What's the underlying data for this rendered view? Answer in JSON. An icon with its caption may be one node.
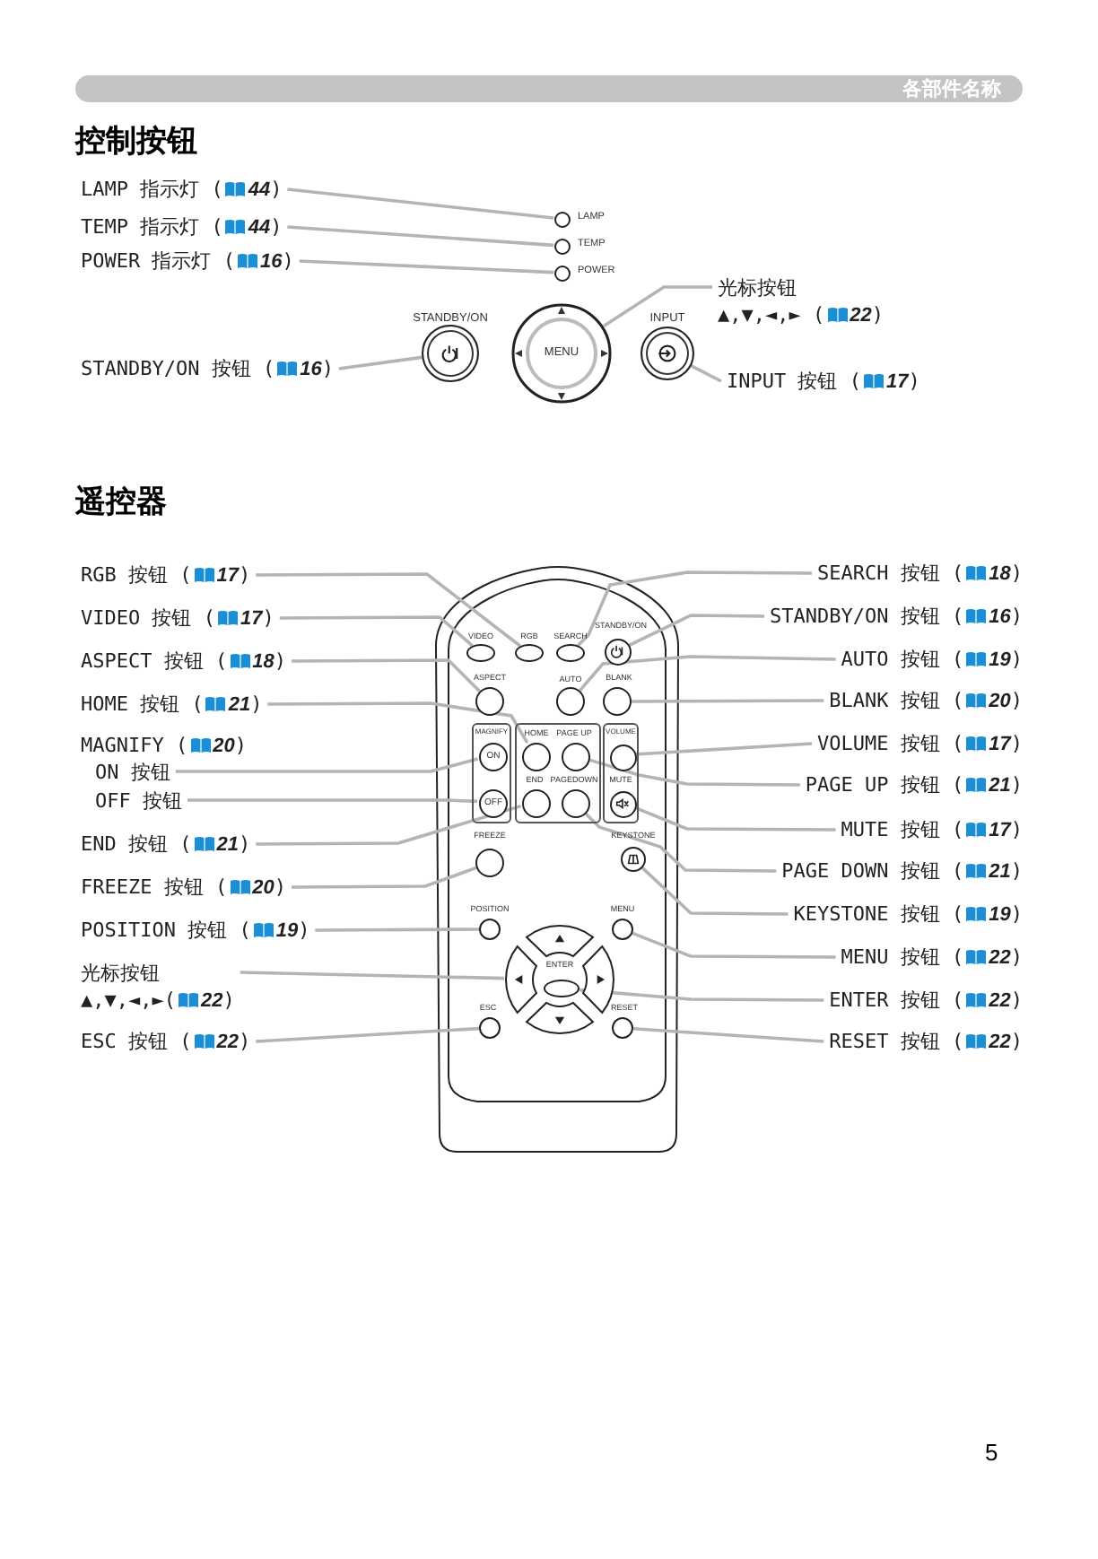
{
  "diagram": {
    "title": "各部件名称",
    "nodes": [
      {
        "text": [
          "LAMP 指示灯 (**44**)"
        ]
      },
      {
        "text": [],
        "shape": "circle",
        "beside": [
          "LAMP"
        ]
      },
      {
        "text": [
          "TEMP 指示灯 (**44**)"
        ]
      },
      {
        "text": [],
        "shape": "circle",
        "beside": [
          "TEMP"
        ]
      },
      {
        "text": [
          "POWER 指示灯 (**16**)"
        ]
      },
      {
        "text": [],
        "shape": "circle",
        "beside": [
          "POWER"
        ]
      },
      {
        "text": [
          "STANDBY/ON 按钮 (**16**)"
        ]
      },
      {
        "text": [],
        "shape": "circle",
        "beside": [
          "STANDBY/ON"
        ]
      },
      {
        "text": [
          "MENU"
        ]
      },
      {
        "text": [
          "光标按钮",
          "▲,▼,◄,► (**22**)"
        ]
      },
      {
        "text": [],
        "shape": "circle",
        "beside": [
          "INPUT"
        ]
      },
      {
        "text": [
          "INPUT 按钮 (**17**)"
        ]
      },
      {
        "text": [
          "RGB 按钮 (**17**)"
        ]
      },
      {
        "text": [
          "VIDEO 按钮 (**17**)"
        ]
      },
      {
        "text": [
          "ASPECT 按钮 (**18**)"
        ]
      },
      {
        "text": [
          "HOME 按钮 (**21**)"
        ]
      },
      {
        "text": [
          "ON 按钮"
        ]
      },
      {
        "text": [
          "OFF 按钮"
        ]
      },
      {
        "text": [
          "END 按钮 (**21**)"
        ]
      },
      {
        "text": [
          "FREEZE 按钮 (**20**)"
        ]
      },
      {
        "text": [
          "POSITION 按钮 (**19**)"
        ]
      },
      {
        "text": [
          "光标按钮",
          "▲,▼,◄,►(**22**)"
        ]
      },
      {
        "text": [
          "ESC 按钮 (**22**)"
        ]
      },
      {
        "text": [
          "SEARCH 按钮 (**18**)"
        ]
      },
      {
        "text": [
          "STANDBY/ON 按钮 (**16**)"
        ]
      },
      {
        "text": [
          "AUTO 按钮 (**19**)"
        ]
      },
      {
        "text": [
          "BLANK 按钮 (**20**)"
        ]
      },
      {
        "text": [
          "VOLUME 按钮 (**17**)"
        ]
      },
      {
        "text": [
          "PAGE UP 按钮 (**21**)"
        ]
      },
      {
        "text": [
          "MUTE 按钮 (**17**)"
        ]
      },
      {
        "text": [
          "PAGE DOWN 按钮 (**21**)"
        ]
      },
      {
        "text": [
          "KEYSTONE 按钮 (**19**)"
        ]
      },
      {
        "text": [
          "MENU 按钮 (**22**)"
        ]
      },
      {
        "text": [
          "ENTER 按钮 (**22**)"
        ]
      },
      {
        "text": [
          "RESET 按钮 (**22**)"
        ]
      },
      {
        "text": [],
        "shape": "oval",
        "beside": [
          "VIDEO"
        ]
      },
      {
        "text": [],
        "shape": "oval",
        "beside": [
          "RGB"
        ]
      },
      {
        "text": [],
        "shape": "oval",
        "beside": [
          "SEARCH"
        ]
      },
      {
        "text": [],
        "shape": "circle",
        "beside": [
          "STANDBY/ON"
        ]
      },
      {
        "text": [],
        "shape": "circle",
        "beside": [
          "ASPECT"
        ]
      },
      {
        "text": [],
        "shape": "circle",
        "beside": [
          "AUTO"
        ]
      },
      {
        "text": [],
        "shape": "circle",
        "beside": [
          "BLANK"
        ]
      },
      {
        "text": [
          "MAGNIFY"
        ]
      },
      {
        "text": [
          "ON"
        ],
        "in": 42
      },
      {
        "text": [
          "OFF"
        ],
        "in": 42
      },
      {
        "text": [],
        "shape": "box"
      },
      {
        "text": [],
        "shape": "circle",
        "beside": [
          "HOME"
        ],
        "in": 45
      },
      {
        "text": [],
        "shape": "circle",
        "beside": [
          "PAGE UP"
        ],
        "in": 45
      },
      {
        "text": [],
        "shape": "circle",
        "beside": [
          "END"
        ],
        "in": 45
      },
      {
        "text": [],
        "shape": "circle",
        "beside": [
          "PAGEDOWN"
        ],
        "in": 45
      },
      {
        "text": [
          "VOLUME"
        ]
      },
      {
        "text": [],
        "shape": "circle",
        "in": 50
      },
      {
        "text": [],
        "shape": "circle",
        "beside": [
          "MUTE"
        ],
        "in": 50
      },
      {
        "text": [],
        "shape": "circle",
        "beside": [
          "FREEZE"
        ]
      },
      {
        "text": [],
        "shape": "circle",
        "beside": [
          "KEYSTONE"
        ]
      },
      {
        "text": [],
        "shape": "circle",
        "beside": [
          "POSITION"
        ]
      },
      {
        "text": [],
        "shape": "circle",
        "beside": [
          "MENU"
        ]
      },
      {
        "text": [],
        "shape": "circle"
      },
      {
        "text": [],
        "shape": "oval",
        "beside": [
          "ENTER"
        ],
        "in": 57
      },
      {
        "text": [],
        "shape": "circle",
        "beside": [
          "ESC"
        ]
      },
      {
        "text": [],
        "shape": "circle",
        "beside": [
          "RESET"
        ]
      }
    ],
    "edges": [
      {
        "from": 0,
        "to": 1,
        "arrow": "none"
      },
      {
        "from": 2,
        "to": 3,
        "arrow": "none"
      },
      {
        "from": 4,
        "to": 5,
        "arrow": "none"
      },
      {
        "from": 6,
        "to": 7,
        "arrow": "none"
      },
      {
        "from": 9,
        "to": 8,
        "arrow": "none"
      },
      {
        "from": 11,
        "to": 10,
        "arrow": "none"
      },
      {
        "from": 12,
        "to": 36,
        "arrow": "none"
      },
      {
        "from": 13,
        "to": 35,
        "arrow": "none"
      },
      {
        "from": 14,
        "to": 39,
        "arrow": "none"
      },
      {
        "from": 15,
        "to": 46,
        "arrow": "none"
      },
      {
        "from": 16,
        "to": 43,
        "arrow": "none"
      },
      {
        "from": 17,
        "to": 44,
        "arrow": "none"
      },
      {
        "from": 18,
        "to": 48,
        "arrow": "none"
      },
      {
        "from": 19,
        "to": 53,
        "arrow": "none"
      },
      {
        "from": 20,
        "to": 55,
        "arrow": "none"
      },
      {
        "from": 21,
        "to": 57,
        "arrow": "none"
      },
      {
        "from": 22,
        "to": 59,
        "arrow": "none"
      },
      {
        "from": 23,
        "to": 37,
        "arrow": "none"
      },
      {
        "from": 24,
        "to": 38,
        "arrow": "none"
      },
      {
        "from": 25,
        "to": 40,
        "arrow": "none"
      },
      {
        "from": 26,
        "to": 41,
        "arrow": "none"
      },
      {
        "from": 27,
        "to": 51,
        "arrow": "none"
      },
      {
        "from": 28,
        "to": 47,
        "arrow": "none"
      },
      {
        "from": 29,
        "to": 52,
        "arrow": "none"
      },
      {
        "from": 30,
        "to": 49,
        "arrow": "none"
      },
      {
        "from": 31,
        "to": 54,
        "arrow": "none"
      },
      {
        "from": 32,
        "to": 56,
        "arrow": "none"
      },
      {
        "from": 33,
        "to": 58,
        "arrow": "none"
      },
      {
        "from": 34,
        "to": 60,
        "arrow": "none"
      }
    ],
    "labels": [
      "控制按钮",
      "遥控器",
      "MAGNIFY (**20**)",
      "5"
    ]
  }
}
